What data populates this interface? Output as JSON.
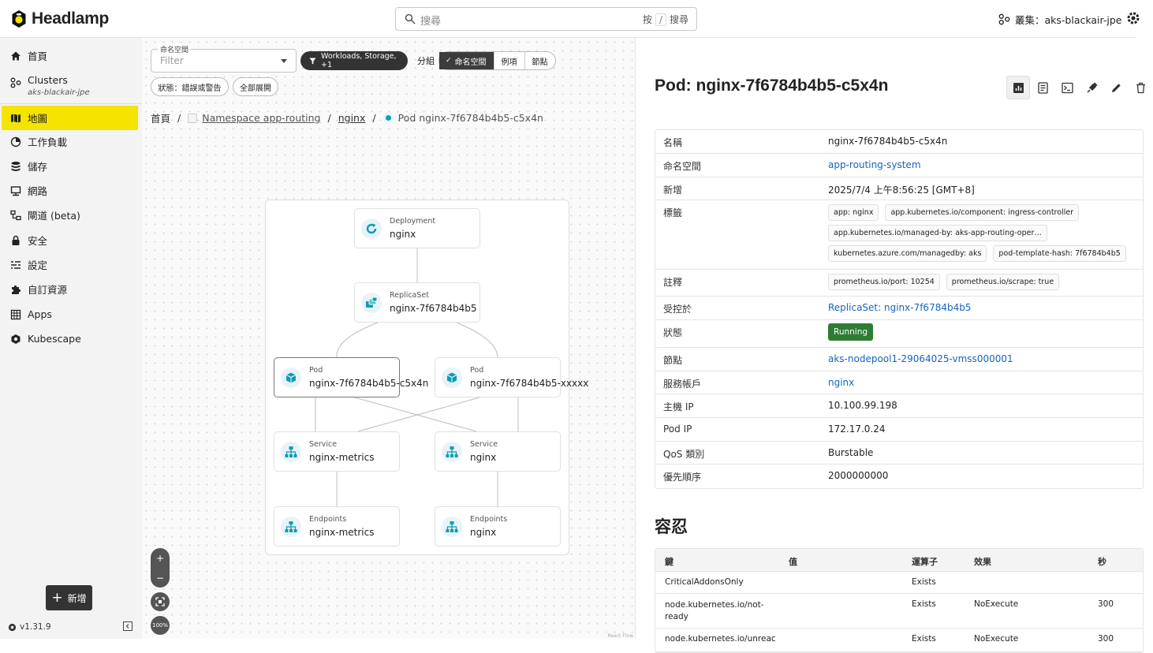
{
  "app": {
    "name": "Headlamp"
  },
  "search": {
    "placeholder": "搜尋",
    "hint_prefix": "按",
    "hint_key": "/",
    "hint_suffix": "搜尋"
  },
  "header": {
    "cluster_label": "叢集：aks-blackair-jpe"
  },
  "sidebar": {
    "items": [
      {
        "label": "首頁",
        "icon": "home-icon"
      },
      {
        "label": "Clusters",
        "sublabel": "aks-blackair-jpe",
        "icon": "clusters-icon"
      },
      {
        "label": "地圖",
        "icon": "map-icon",
        "active": true
      },
      {
        "label": "工作負載",
        "icon": "workloads-icon"
      },
      {
        "label": "儲存",
        "icon": "storage-icon"
      },
      {
        "label": "網路",
        "icon": "network-icon"
      },
      {
        "label": "閘道 (beta)",
        "icon": "gateway-icon"
      },
      {
        "label": "安全",
        "icon": "lock-icon"
      },
      {
        "label": "設定",
        "icon": "config-icon"
      },
      {
        "label": "自訂資源",
        "icon": "puzzle-icon"
      },
      {
        "label": "Apps",
        "icon": "apps-icon"
      },
      {
        "label": "Kubescape",
        "icon": "kubescape-icon"
      }
    ],
    "add_label": "新增",
    "version": "v1.31.9"
  },
  "map": {
    "namespace_label": "命名空間",
    "namespace_placeholder": "Filter",
    "filter_chip": "Workloads, Storage, +1",
    "group_label": "分組",
    "group_options": [
      "命名空間",
      "例項",
      "節點"
    ],
    "group_selected": "命名空間",
    "status_filter": "狀態：錯誤或警告",
    "expand_all": "全部展開",
    "breadcrumb": {
      "home": "首頁",
      "namespace_kind": "Namespace",
      "namespace_name": "app-routing",
      "group": "nginx",
      "current": "Pod nginx-7f6784b4b5-c5x4n"
    },
    "nodes": [
      {
        "kind": "Deployment",
        "name": "nginx",
        "icon": "deployment-icon"
      },
      {
        "kind": "ReplicaSet",
        "name": "nginx-7f6784b4b5",
        "icon": "replicaset-icon"
      },
      {
        "kind": "Pod",
        "name": "nginx-7f6784b4b5-c5x4n",
        "icon": "pod-icon",
        "selected": true
      },
      {
        "kind": "Pod",
        "name": "nginx-7f6784b4b5-xxxxx",
        "icon": "pod-icon"
      },
      {
        "kind": "Service",
        "name": "nginx-metrics",
        "icon": "service-icon"
      },
      {
        "kind": "Service",
        "name": "nginx",
        "icon": "service-icon"
      },
      {
        "kind": "Endpoints",
        "name": "nginx-metrics",
        "icon": "endpoints-icon"
      },
      {
        "kind": "Endpoints",
        "name": "nginx",
        "icon": "endpoints-icon"
      }
    ],
    "zoom": {
      "in": "+",
      "out": "−",
      "level": "100%"
    },
    "attribution": "React Flow"
  },
  "detail": {
    "title": "Pod: nginx-7f6784b4b5-c5x4n",
    "rows": [
      {
        "key": "名稱",
        "value": "nginx-7f6784b4b5-c5x4n"
      },
      {
        "key": "命名空間",
        "value": "app-routing-system",
        "link": true
      },
      {
        "key": "新增",
        "value": "2025/7/4 上午8:56:25 [GMT+8]"
      },
      {
        "key": "標籤",
        "chips": [
          "app: nginx",
          "app.kubernetes.io/component: ingress-controller",
          "app.kubernetes.io/managed-by: aks-app-routing-oper…",
          "kubernetes.azure.com/managedby: aks",
          "pod-template-hash: 7f6784b4b5"
        ]
      },
      {
        "key": "註釋",
        "chips": [
          "prometheus.io/port: 10254",
          "prometheus.io/scrape: true"
        ]
      },
      {
        "key": "受控於",
        "value": "ReplicaSet: nginx-7f6784b4b5",
        "link": true
      },
      {
        "key": "狀態",
        "badge": "Running"
      },
      {
        "key": "節點",
        "value": "aks-nodepool1-29064025-vmss000001",
        "link": true
      },
      {
        "key": "服務帳戶",
        "value": "nginx",
        "link": true
      },
      {
        "key": "主機 IP",
        "value": "10.100.99.198"
      },
      {
        "key": "Pod IP",
        "value": "172.17.0.24"
      },
      {
        "key": "QoS 類別",
        "value": "Burstable"
      },
      {
        "key": "優先順序",
        "value": "2000000000"
      }
    ],
    "tolerations_title": "容忍",
    "tolerations_columns": [
      "鍵",
      "值",
      "運算子",
      "效果",
      "秒"
    ],
    "tolerations": [
      [
        "CriticalAddonsOnly",
        "",
        "Exists",
        "",
        ""
      ],
      [
        "node.kubernetes.io/not-ready",
        "",
        "Exists",
        "NoExecute",
        "300"
      ],
      [
        "node.kubernetes.io/unreac",
        "",
        "Exists",
        "NoExecute",
        "300"
      ]
    ]
  },
  "colors": {
    "accent": "#f5e400",
    "link": "#1565c0",
    "running": "#2e7d32",
    "node_icon": "#0e9bb5"
  }
}
